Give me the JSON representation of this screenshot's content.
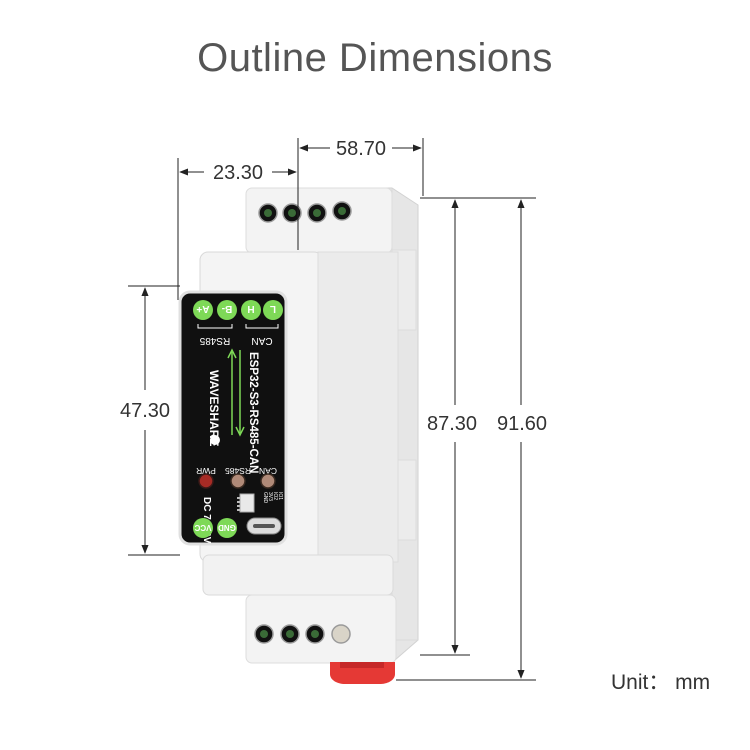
{
  "title": "Outline Dimensions",
  "unit": "Unit： mm",
  "dimensions": {
    "top_width": "58.70",
    "offset_width": "23.30",
    "front_height": "47.30",
    "body_height": "87.30",
    "total_height": "91.60"
  },
  "device": {
    "brand": "WAVESHARE",
    "model": "ESP32-S3-RS485-CAN",
    "terminals_top": [
      "A+",
      "B-",
      "H",
      "L"
    ],
    "group_rs485": "RS485",
    "group_can": "CAN",
    "leds": [
      "PWR",
      "RS485",
      "CAN"
    ],
    "power_label": "DC 7~36V",
    "terminals_bottom": [
      "VCC",
      "GND"
    ],
    "io_pins": [
      "GND",
      "3V3",
      "IO2",
      "IO1"
    ]
  },
  "colors": {
    "terminal_green": "#7ed957",
    "housing": "#f1f1f1",
    "panel": "#101010",
    "din_clip": "#e53935",
    "led": "#a62b25"
  }
}
